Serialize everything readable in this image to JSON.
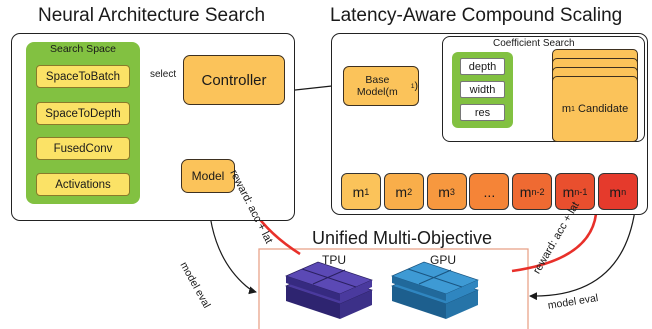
{
  "titles": {
    "nas": "Neural Architecture Search",
    "scaling": "Latency-Aware Compound Scaling",
    "unified": "Unified Multi-Objective"
  },
  "search_space": {
    "title": "Search Space",
    "items": [
      "SpaceToBatch",
      "SpaceToDepth",
      "FusedConv",
      "Activations"
    ]
  },
  "controller": "Controller",
  "model": "Model",
  "select_label": "select",
  "base_model": {
    "text": "Base Model(m",
    "sub": "1",
    "close": ")"
  },
  "coefficient_search": {
    "title": "Coefficient Search",
    "params": [
      "depth",
      "width",
      "res"
    ],
    "candidate_sub": "1",
    "candidate_label": "Candidate"
  },
  "models": [
    {
      "main": "m",
      "sub": "1",
      "color": "#fbc35a"
    },
    {
      "main": "m",
      "sub": "2",
      "color": "#f9ae4a"
    },
    {
      "main": "m",
      "sub": "3",
      "color": "#f7983f"
    },
    {
      "main": "...",
      "sub": "",
      "color": "#f58437"
    },
    {
      "main": "m",
      "sub": "n-2",
      "color": "#ef6a32"
    },
    {
      "main": "m",
      "sub": "n-1",
      "color": "#e94f2e"
    },
    {
      "main": "m",
      "sub": "n",
      "color": "#e53a2c"
    }
  ],
  "reward_label": "reward: acc + lat",
  "model_eval_label": "model eval",
  "hardware": [
    "TPU",
    "GPU"
  ],
  "colors": {
    "green": "#82c141",
    "yellow": "#fbe266",
    "orange": "#fbc35a",
    "red_arrow": "#e8302a",
    "tpu": "#4a3a9e",
    "gpu": "#2f86c0",
    "unified_border": "#e9a38a"
  }
}
